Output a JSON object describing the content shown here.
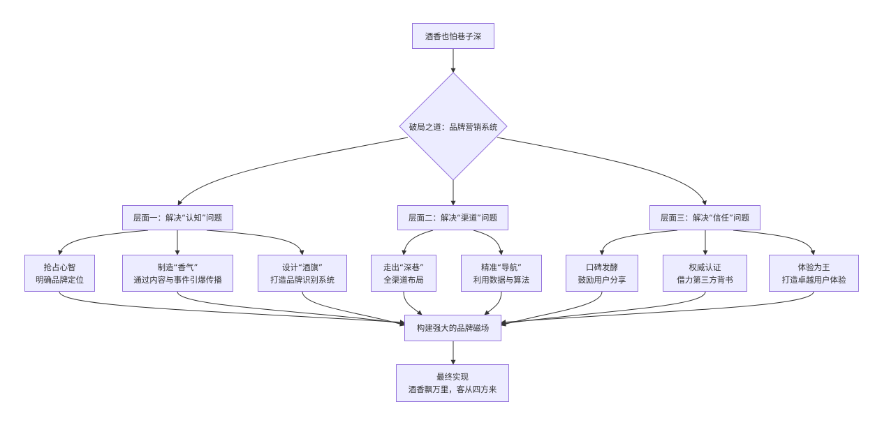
{
  "nodes": {
    "start": "酒香也怕巷子深",
    "hub": "破局之道：品牌营销系统",
    "layer1": "层面一：解决“认知”问题",
    "layer2": "层面二：解决“渠道”问题",
    "layer3": "层面三：解决“信任”问题",
    "c1": "抢占心智\n明确品牌定位",
    "c2": "制造“香气”\n通过内容与事件引爆传播",
    "c3": "设计“酒旗”\n打造品牌识别系统",
    "c4": "走出“深巷”\n全渠道布局",
    "c5": "精准“导航”\n利用数据与算法",
    "c6": "口碑发酵\n鼓励用户分享",
    "c7": "权威认证\n借力第三方背书",
    "c8": "体验为王\n打造卓越用户体验",
    "field": "构建强大的品牌磁场",
    "result": "最终实现\n酒香飘万里，客从四方来"
  },
  "colors": {
    "node_fill": "#ECECFF",
    "node_border": "#9370DB",
    "edge": "#333333",
    "text": "#333333"
  }
}
